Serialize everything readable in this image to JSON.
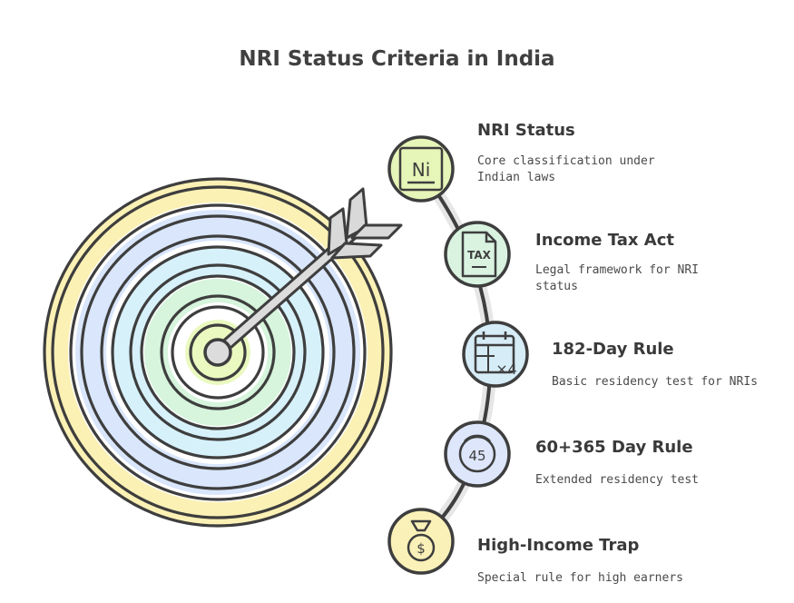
{
  "title": "NRI Status Criteria in India",
  "items": [
    {
      "title": "NRI Status",
      "description": "Core classification under Indian laws",
      "icon": "ni-document-icon",
      "color": "#e6f5b8"
    },
    {
      "title": "Income Tax Act",
      "description": "Legal framework for NRI status",
      "icon": "tax-document-icon",
      "color": "#d9f3e0"
    },
    {
      "title": "182-Day Rule",
      "description": "Basic residency test for NRIs",
      "icon": "calendar-icon",
      "color": "#d6ecf7"
    },
    {
      "title": "60+365 Day Rule",
      "description": "Extended residency test",
      "icon": "timer-icon",
      "color": "#dde6fa"
    },
    {
      "title": "High-Income Trap",
      "description": "Special rule for high earners",
      "icon": "money-bag-icon",
      "color": "#faf1b8"
    }
  ],
  "icon_labels": {
    "ni": "Ni",
    "tax": "TAX",
    "calendar_multiplier": "×4",
    "timer_value": "45",
    "money_symbol": "$"
  }
}
